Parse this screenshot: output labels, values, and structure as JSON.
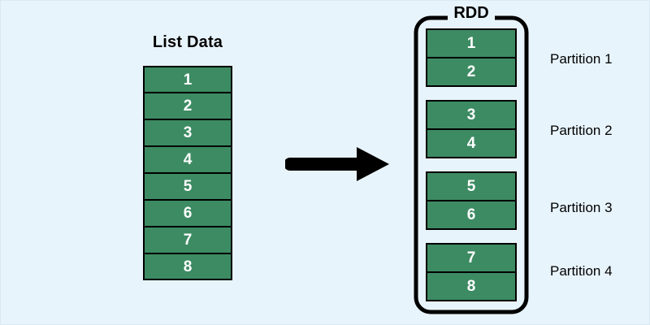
{
  "diagram": {
    "title_left": "List Data",
    "title_right": "RDD",
    "background_color": "#e8f4fc",
    "cell_color": "#3d8b63",
    "cell_text_color": "#ffffff",
    "border_color": "#000000",
    "arrow_color": "#000000"
  },
  "list": {
    "label": "List Data",
    "items": [
      "1",
      "2",
      "3",
      "4",
      "5",
      "6",
      "7",
      "8"
    ]
  },
  "rdd": {
    "label": "RDD",
    "partitions": [
      {
        "label": "Partition 1",
        "items": [
          "1",
          "2"
        ]
      },
      {
        "label": "Partition 2",
        "items": [
          "3",
          "4"
        ]
      },
      {
        "label": "Partition 3",
        "items": [
          "5",
          "6"
        ]
      },
      {
        "label": "Partition 4",
        "items": [
          "7",
          "8"
        ]
      }
    ]
  },
  "arrow": {
    "icon": "right-arrow-icon",
    "direction": "right"
  }
}
